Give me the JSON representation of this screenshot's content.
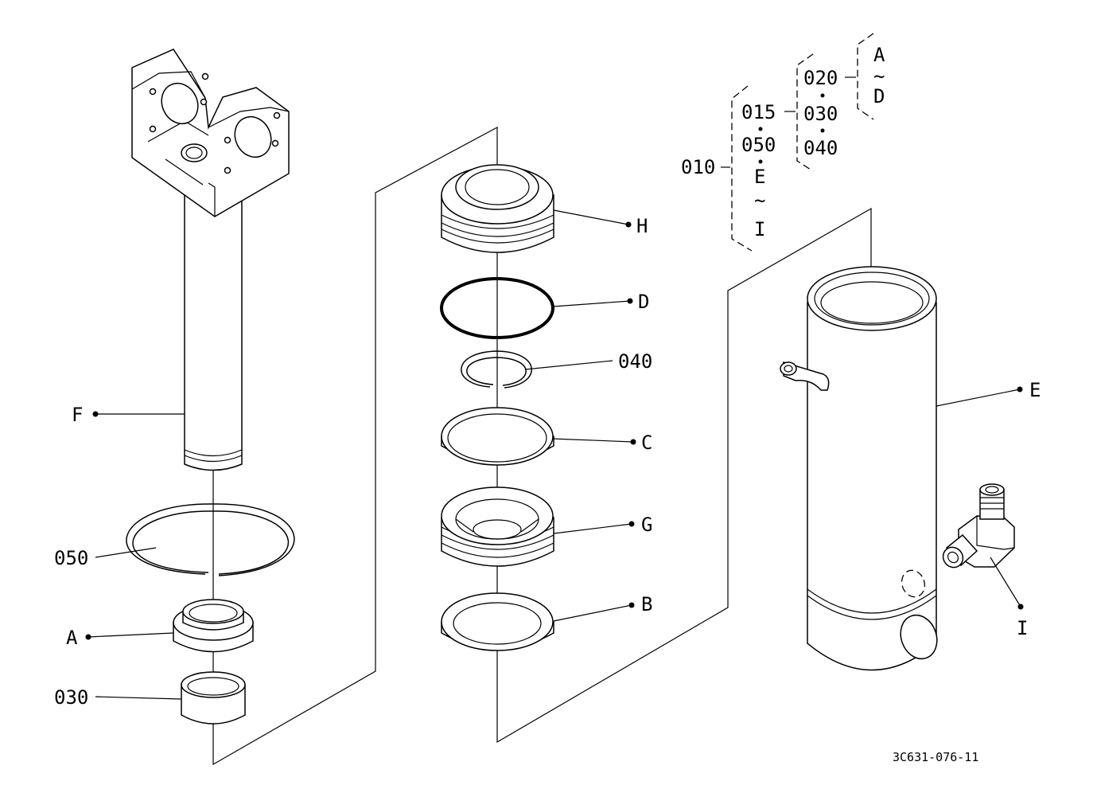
{
  "callouts": {
    "F": "F",
    "p050": "050",
    "A": "A",
    "p030": "030",
    "H": "H",
    "D": "D",
    "p040": "040",
    "C": "C",
    "G": "G",
    "B": "B",
    "E": "E",
    "I": "I"
  },
  "tree": {
    "root": "010",
    "l1_a": "015",
    "l1_b": "050",
    "l1_c": "E",
    "l1_tilde": "~",
    "l1_d": "I",
    "l2_a": "020",
    "l2_b": "030",
    "l2_c": "040",
    "l3_a": "A",
    "l3_tilde": "~",
    "l3_b": "D"
  },
  "drawing_code": "3C631-076-11"
}
